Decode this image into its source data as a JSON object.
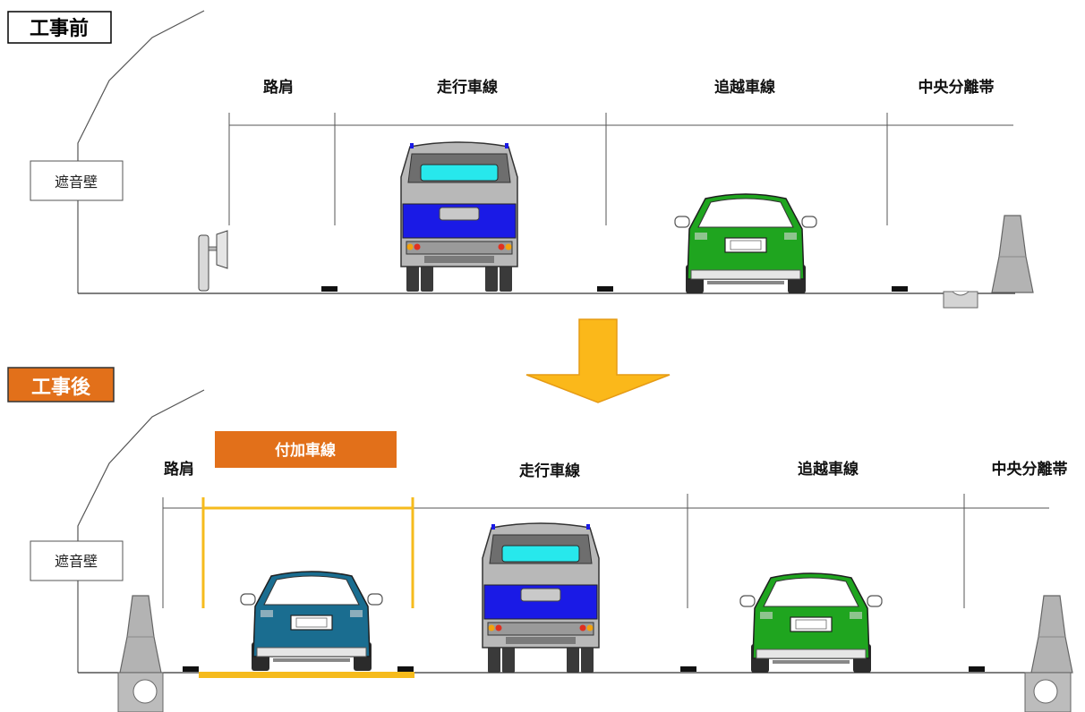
{
  "before": {
    "title": "工事前",
    "wall_label": "遮音壁",
    "lanes": {
      "shoulder": "路肩",
      "travel": "走行車線",
      "passing": "追越車線",
      "median": "中央分離帯"
    }
  },
  "after": {
    "title": "工事後",
    "added_lane": "付加車線",
    "wall_label": "遮音壁",
    "lanes": {
      "shoulder": "路肩",
      "travel": "走行車線",
      "passing": "追越車線",
      "median": "中央分離帯"
    }
  },
  "colors": {
    "after_badge": "#e2701a",
    "added_lane_highlight": "#f6bb1c",
    "arrow": "#fbb81a",
    "bus_window": "#27e8ec",
    "bus_panel": "#1a1ae6",
    "car_green": "#1fa51f",
    "car_teal": "#1a6d90",
    "barrier": "#b3b3b3"
  },
  "icons": {
    "transition": "down-arrow-icon"
  }
}
